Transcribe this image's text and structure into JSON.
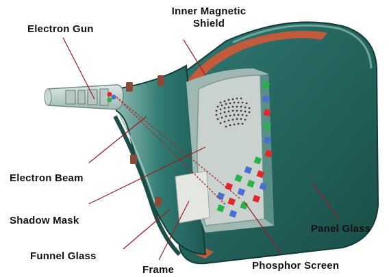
{
  "labels": {
    "electron_gun": "Electron Gun",
    "inner_magnetic_shield_line1": "Inner Magnetic",
    "inner_magnetic_shield_line2": "Shield",
    "electron_beam": "Electron Beam",
    "shadow_mask": "Shadow Mask",
    "funnel_glass": "Funnel Glass",
    "frame": "Frame",
    "phosphor_screen": "Phosphor Screen",
    "panel_glass": "Panel Glass"
  },
  "colors": {
    "tube_dark": "#1f5a55",
    "tube_mid": "#2f7a72",
    "tube_light": "#8fbcb5",
    "inner_shield": "#c45a3c",
    "shadow_mask": "#c9d2cf",
    "frame": "#e4e6e2",
    "leader_line": "#a01818",
    "phosphor_red": "#e02828",
    "phosphor_green": "#28b24a",
    "phosphor_blue": "#4a6fd0"
  }
}
